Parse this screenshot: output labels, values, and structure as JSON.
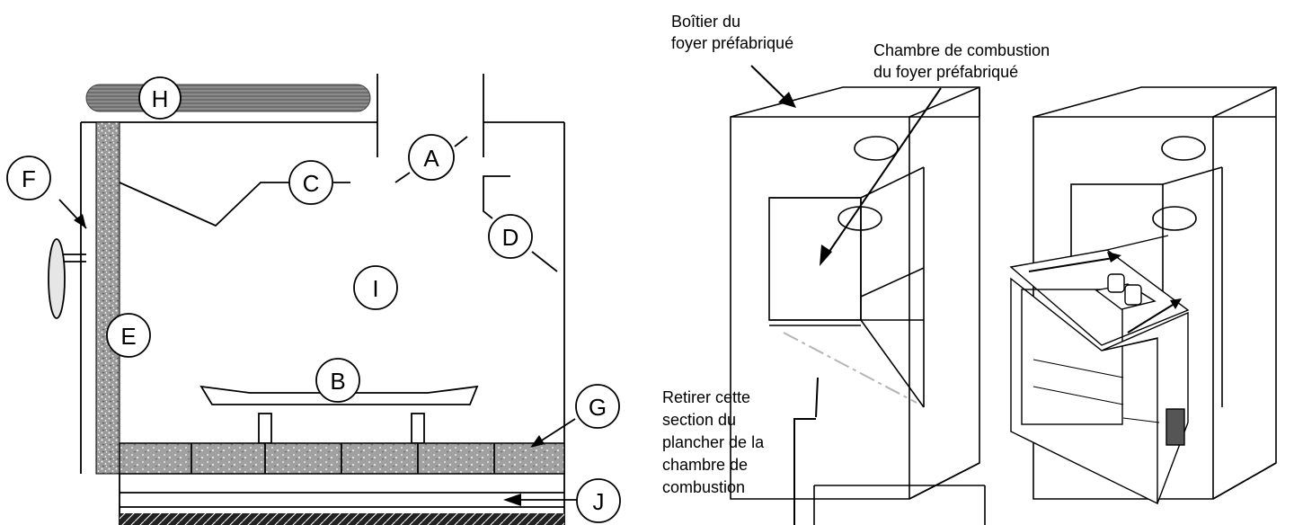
{
  "left_diagram": {
    "labels": {
      "A": "A",
      "B": "B",
      "C": "C",
      "D": "D",
      "E": "E",
      "F": "F",
      "G": "G",
      "H": "H",
      "I": "I",
      "J": "J"
    }
  },
  "right_diagram": {
    "label_casing": "Boîtier du\nfoyer préfabriqué",
    "label_chamber": "Chambre de combustion\ndu foyer préfabriqué",
    "label_remove": "Retirer cette\nsection du\nplancher de la\nchambre de\ncombustion"
  },
  "colors": {
    "line": "#000000",
    "insulation": "#8a8a8a",
    "firebrick": "#9e9e9e",
    "dashed": "#b5b5b5"
  }
}
